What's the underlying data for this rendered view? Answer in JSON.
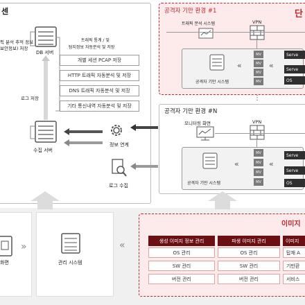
{
  "left": {
    "section_fragment": "센",
    "db_server_label": "DB 서버",
    "db_note_lines": [
      "픽 분석 추적 정보",
      "보안정보) 저장"
    ],
    "collect_server_label": "수집 서버",
    "log_store_label": "로그 저장",
    "traffic_title_lines": [
      "트래픽 통계 / 및",
      "탐지정보 자동분석 및 저장"
    ],
    "store_items": [
      "개별 세션 PCAP 저장",
      "HTTP 트래픽 자동분석 및 저장",
      "DNS 트래픽 자동분석 및 저장",
      "기타 통신내역 자동분석 및 저장"
    ],
    "info_link_label": "정보 연계",
    "log_collect_label": "로그 수집"
  },
  "env1": {
    "title": "공격자 기만 환경 #1",
    "side_tag": "단",
    "traffic_system_label": "트래픽 분석 시스템",
    "vpn_label": "VPN",
    "deception_system_label": "공격자 기만 시스템",
    "mv_labels": [
      "MV",
      "MV",
      "MV",
      "MV"
    ],
    "server_labels": [
      "Serve",
      "Serve",
      "OS"
    ]
  },
  "envN": {
    "title": "공격자 기만 환경 #N",
    "monitor_label": "모니터링 화면",
    "vpn_label": "VPN",
    "deception_system_label": "공격자 기만 시스템",
    "mv_labels": [
      "MV",
      "MV",
      "MV",
      "MV"
    ],
    "server_labels": [
      "Serve",
      "Serve",
      "OS"
    ],
    "ellipsis": "⋮"
  },
  "bottom": {
    "screen_label": "화면",
    "mgmt_system_label": "관리 시스템",
    "image_panel_title": "이미지",
    "columns": [
      {
        "header": "생성 이미지 정보 관리",
        "items": [
          "OS 관리",
          "SW 관리",
          "버전 관리"
        ]
      },
      {
        "header": "파생 이미지 관리",
        "items": [
          "OS 관리",
          "SW 관리",
          "버전 관리"
        ]
      },
      {
        "header": "이미지",
        "items": [
          "탑재 A",
          "기만환",
          "서비스"
        ]
      }
    ]
  },
  "colors": {
    "accent_red": "#c0272d",
    "dark_red_header": "#6b0f12",
    "dark_server": "#2f2f2f"
  }
}
